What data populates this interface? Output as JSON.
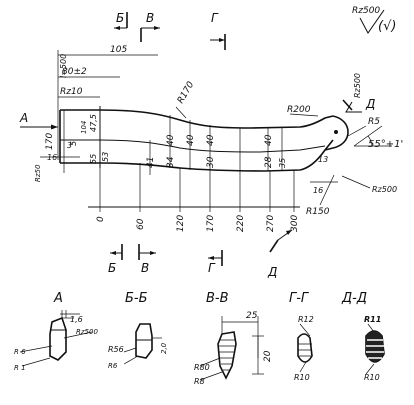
{
  "roughness": "Rz500",
  "roughness_paren": "(√)",
  "section_marks": {
    "b": "Б",
    "v": "В",
    "g": "Г",
    "a": "А",
    "d": "Д"
  },
  "top_dims": {
    "d105": "105",
    "d80": "80±2",
    "rz10": "Rz10",
    "l500": "l=500"
  },
  "radii": {
    "r170": "R170",
    "r200": "R200",
    "rz500": "Rz500",
    "r5": "R5",
    "r150": "R150",
    "rz500b": "Rz500",
    "rz50": "Rz50"
  },
  "angle": "55°+1'",
  "heights_left": {
    "h170": "170",
    "h16": "16",
    "h3": "3",
    "a5": "5",
    "a47": "47,5",
    "a55": "55",
    "a53": "53",
    "a104": "104"
  },
  "heights_mid": [
    "41",
    "40",
    "34",
    "30",
    "40",
    "40",
    "28",
    "40",
    "35",
    "13"
  ],
  "x_positions": [
    "0",
    "60",
    "120",
    "170",
    "220",
    "270",
    "300"
  ],
  "small_dims": {
    "d16": "16"
  },
  "sections": [
    {
      "title": "А",
      "labels": [
        "1,6",
        "Rz500",
        "R 6",
        "R 1"
      ]
    },
    {
      "title": "Б-Б",
      "labels": [
        "R56",
        "R6",
        "2,0"
      ]
    },
    {
      "title": "В-В",
      "labels": [
        "25",
        "R80",
        "R8",
        "20"
      ]
    },
    {
      "title": "Г-Г",
      "labels": [
        "R12",
        "R10"
      ]
    },
    {
      "title": "Д-Д",
      "labels": [
        "R11",
        "R10"
      ]
    }
  ]
}
